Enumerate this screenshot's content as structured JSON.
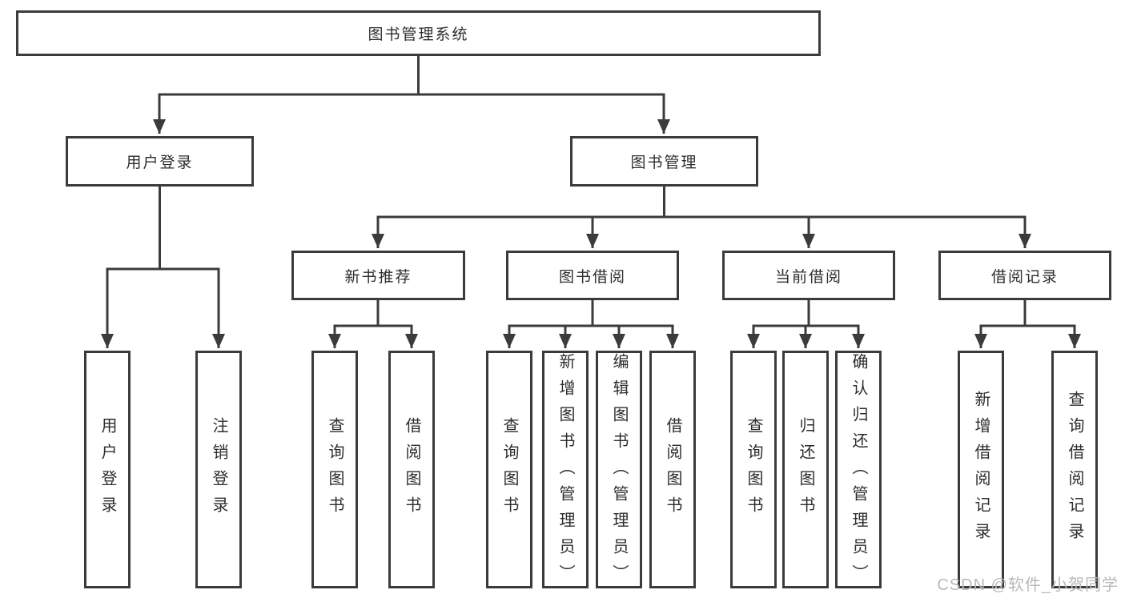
{
  "title": "图书管理系统",
  "tree": {
    "root": {
      "label": "图书管理系统"
    },
    "level2": [
      {
        "label": "用户登录"
      },
      {
        "label": "图书管理"
      }
    ],
    "level3": [
      {
        "label": "新书推荐",
        "parent": "图书管理"
      },
      {
        "label": "图书借阅",
        "parent": "图书管理"
      },
      {
        "label": "当前借阅",
        "parent": "图书管理"
      },
      {
        "label": "借阅记录",
        "parent": "图书管理"
      }
    ],
    "leaves": [
      {
        "label": "用户登录",
        "parent": "用户登录"
      },
      {
        "label": "注销登录",
        "parent": "用户登录"
      },
      {
        "label": "查询图书",
        "parent": "新书推荐"
      },
      {
        "label": "借阅图书",
        "parent": "新书推荐"
      },
      {
        "label": "查询图书",
        "parent": "图书借阅"
      },
      {
        "label": "新增图书（管理员）",
        "parent": "图书借阅"
      },
      {
        "label": "编辑图书（管理员）",
        "parent": "图书借阅"
      },
      {
        "label": "借阅图书",
        "parent": "图书借阅"
      },
      {
        "label": "查询图书",
        "parent": "当前借阅"
      },
      {
        "label": "归还图书",
        "parent": "当前借阅"
      },
      {
        "label": "确认归还（管理员）",
        "parent": "当前借阅"
      },
      {
        "label": "新增借阅记录",
        "parent": "借阅记录"
      },
      {
        "label": "查询借阅记录",
        "parent": "借阅记录"
      }
    ]
  },
  "watermark": {
    "text": "CSDN @软件_小贺同学"
  },
  "colors": {
    "line": "#3b3b3b",
    "text": "#2d2d2d",
    "background": "#ffffff",
    "watermark": "#b9b9b9"
  }
}
